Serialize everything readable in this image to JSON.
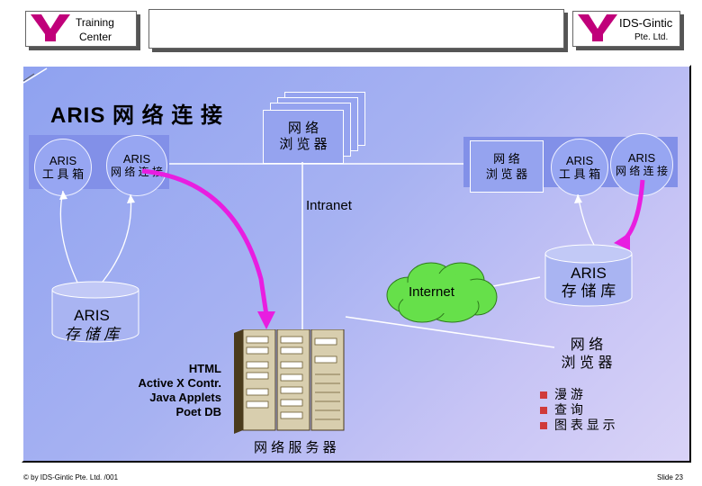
{
  "header": {
    "left_line1": "Training",
    "left_line2": "Center",
    "right_line1": "IDS-Gintic",
    "right_line2": "Pte. Ltd."
  },
  "title": "ARIS 网 络 连 接",
  "left_panel": {
    "toolset_line1": "ARIS",
    "toolset_line2": "工 具 箱",
    "connect_line1": "ARIS",
    "connect_line2": "网 络 连 接"
  },
  "browser_stack": {
    "line1": "网 络",
    "line2": "浏 览 器"
  },
  "right_panel": {
    "browser_line1": "网 络",
    "browser_line2": "浏 览 器",
    "toolset_line1": "ARIS",
    "toolset_line2": "工 具 箱",
    "connect_line1": "ARIS",
    "connect_line2": "网 络 连 接"
  },
  "intranet": "Intranet",
  "internet": "Internet",
  "repo_left": {
    "line1": "ARIS",
    "line2": "存 储 库"
  },
  "repo_right": {
    "line1": "ARIS",
    "line2": "存 储 库"
  },
  "server_list": [
    "HTML",
    "Active X Contr.",
    "Java Applets",
    "Poet DB"
  ],
  "server_label": "网 络 服 务 器",
  "web_browser": {
    "line1": "网 络",
    "line2": "浏 览 器"
  },
  "features": [
    "漫 游",
    "查 询",
    "图 表 显 示"
  ],
  "colors": {
    "accent": "#e81ee0",
    "panel": "#8290e8",
    "cloud": "#66e04a",
    "bullet": "#d03a3a"
  },
  "footer_left": "© by IDS-Gintic Pte. Ltd. /001",
  "footer_right": "Slide 23"
}
